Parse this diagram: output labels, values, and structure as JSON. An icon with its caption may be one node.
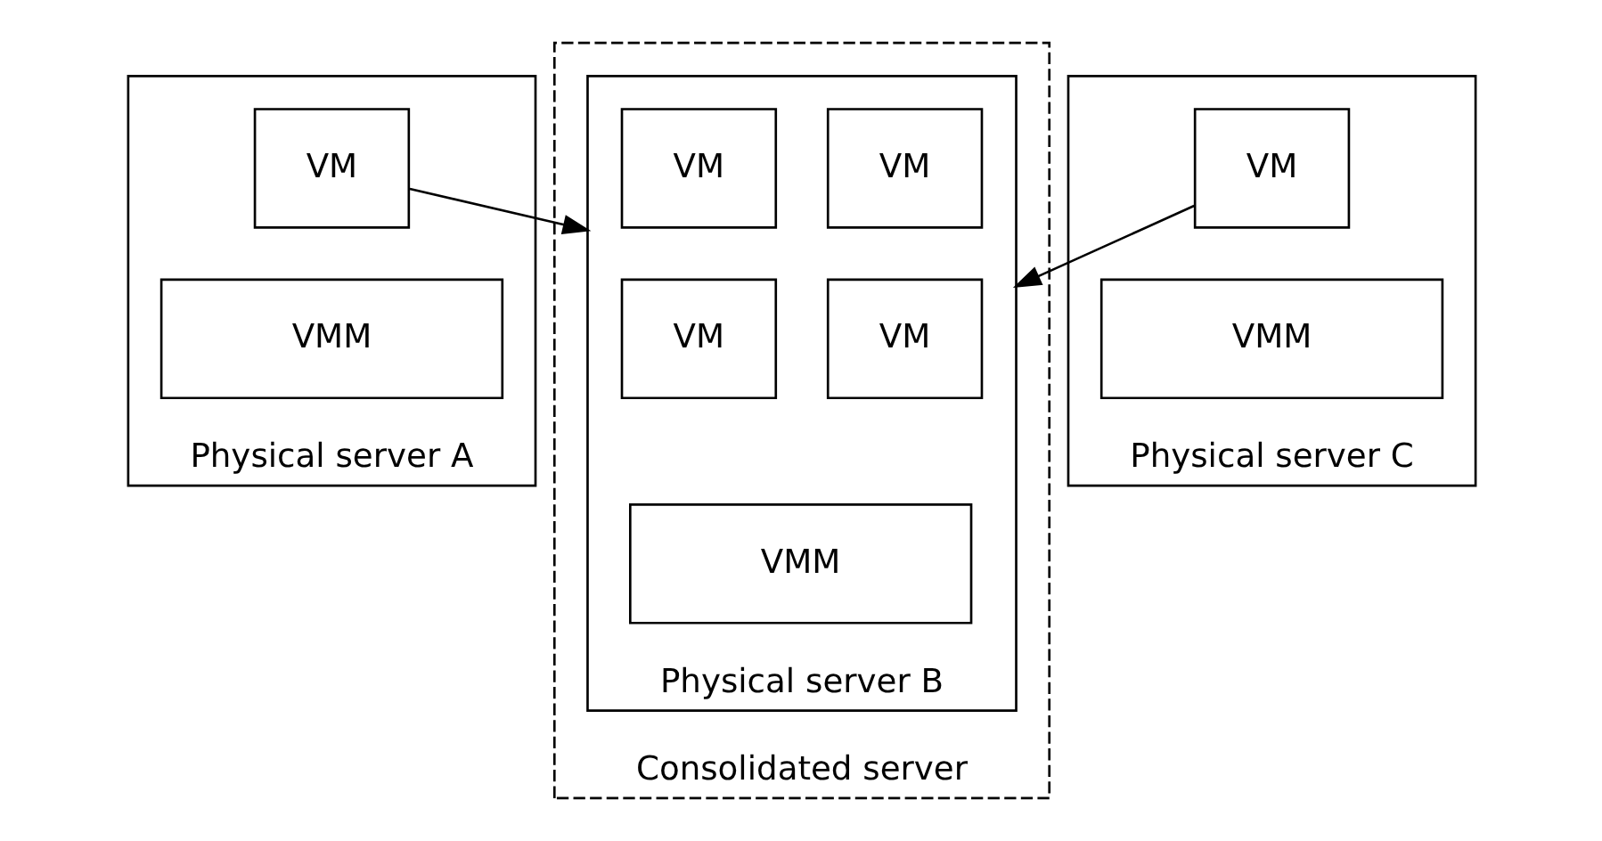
{
  "diagram": {
    "nodes": [
      {
        "text": [
          "Physical server A"
        ]
      },
      {
        "text": [
          "VM"
        ],
        "in": 0
      },
      {
        "text": [
          "VMM"
        ],
        "in": 0
      },
      {
        "text": [
          "Consolidated server"
        ]
      },
      {
        "text": [
          "Physical server B"
        ],
        "in": 3
      },
      {
        "text": [
          "VM"
        ],
        "in": 4
      },
      {
        "text": [
          "VM"
        ],
        "in": 4
      },
      {
        "text": [
          "VM"
        ],
        "in": 4
      },
      {
        "text": [
          "VM"
        ],
        "in": 4
      },
      {
        "text": [
          "VMM"
        ],
        "in": 4
      },
      {
        "text": [
          "Physical server C"
        ]
      },
      {
        "text": [
          "VM"
        ],
        "in": 10
      },
      {
        "text": [
          "VMM"
        ],
        "in": 10
      }
    ],
    "edges": [
      {
        "from": 1,
        "to": 4,
        "arrow": "to"
      },
      {
        "from": 11,
        "to": 4,
        "arrow": "to"
      }
    ]
  }
}
